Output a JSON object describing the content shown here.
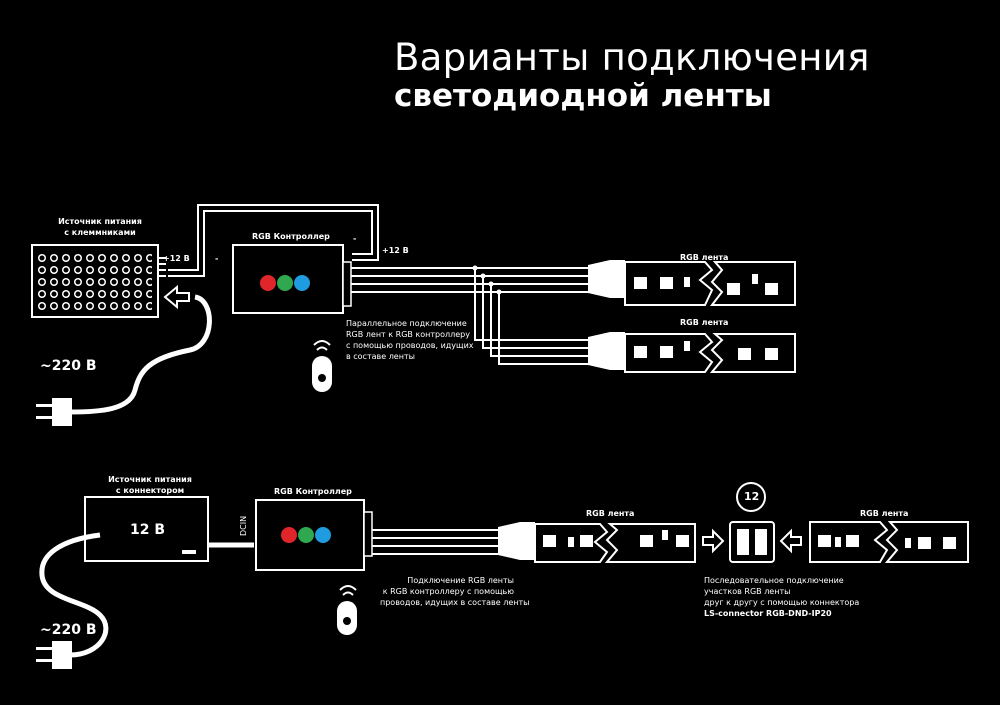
{
  "title": {
    "line1": "Варианты подключения",
    "line2": "светодиодной ленты"
  },
  "top": {
    "psu_label": [
      "Источник питания",
      "с клеммниками"
    ],
    "controller_label": "RGB Контроллер",
    "plus12_left": "+12 В",
    "minus_left": "-",
    "minus_right": "-",
    "plus12_right": "+12 В",
    "strip1_label": "RGB лента",
    "strip2_label": "RGB лента",
    "mains": "~220 В",
    "note": [
      "Параллельное подключение",
      "RGB лент к RGB контроллеру",
      "с помощью проводов, идущих",
      "в составе ленты"
    ]
  },
  "bottom": {
    "psu_label": [
      "Источник питания",
      "с коннектором"
    ],
    "psu_value": "12 В",
    "controller_label": "RGB Контроллер",
    "dcin": "DCIN",
    "strip1_label": "RGB лента",
    "strip2_label": "RGB лента",
    "mains": "~220 В",
    "badge": "12",
    "note_left": [
      "Подключение RGB ленты",
      "к RGB контроллеру с помощью",
      "проводов, идущих в составе ленты"
    ],
    "note_right": [
      "Последовательное подключение",
      "участков RGB ленты",
      "друг к другу с помощью коннектора"
    ],
    "note_right_bold": "LS-connector RGB-DND-IP20"
  },
  "colors": {
    "background": "#000000",
    "line": "#ffffff",
    "red": "#e0262b",
    "green": "#2fa84f",
    "blue": "#1f9be0"
  }
}
